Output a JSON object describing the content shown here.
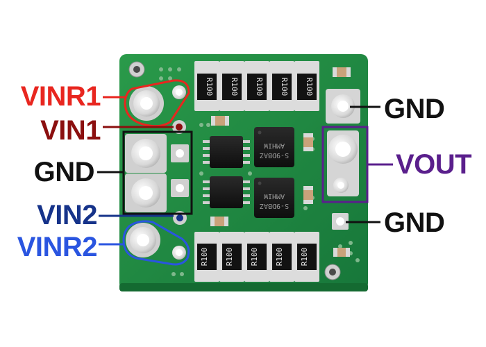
{
  "labels": {
    "vinr1": "VINR1",
    "vin1": "VIN1",
    "gnd_left": "GND",
    "vin2": "VIN2",
    "vinr2": "VINR2",
    "gnd_top": "GND",
    "vout": "VOUT",
    "gnd_bottom": "GND"
  },
  "resistor_marking": "R100",
  "ic_markings": [
    "AMHIW",
    "S-9DBAZ"
  ],
  "colors": {
    "vinr1": "#e8261f",
    "vin1": "#8b0f0f",
    "gnd": "#111111",
    "vin2": "#16338a",
    "vinr2": "#2a55e0",
    "vout": "#5a1f8c",
    "pcb": "#1f8a3c",
    "pad": "#d7d7d7"
  }
}
